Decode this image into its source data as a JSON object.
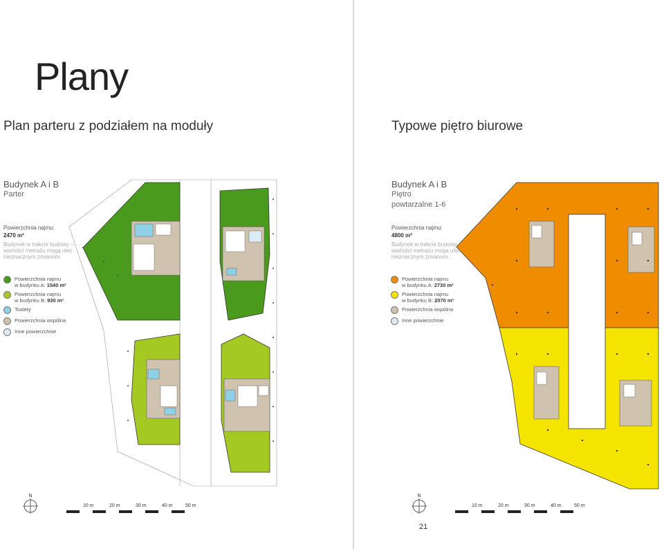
{
  "left": {
    "title": "Plany",
    "section_title": "Plan parteru z podziałem na moduły",
    "building": "Budynek A i B",
    "building_sub": "Parter",
    "area_label": "Powierzchnia najmu:",
    "area_value": "2470 m²",
    "note": "Budynek w trakcie budowy – wartości metrażu mogą ulec nieznacznym zmianom.",
    "legend": [
      {
        "line1": "Powierzchnia najmu",
        "line2": "w budynku A:",
        "value": "1540 m²",
        "color": "#4a9a1e"
      },
      {
        "line1": "Powierzchnia najmu",
        "line2": "w budynku B:",
        "value": "930 m²",
        "color": "#a3c922"
      },
      {
        "line1": "Toalety",
        "color": "#8fd0e6"
      },
      {
        "line1": "Powierzchnia wspólna",
        "color": "#cfc2ae"
      },
      {
        "line1": "Inne powierzchnie",
        "color": "#dcecf5"
      }
    ],
    "north": "N",
    "scale": [
      "10 m",
      "20 m",
      "30 m",
      "40 m",
      "50 m"
    ]
  },
  "right": {
    "section_title": "Typowe piętro biurowe",
    "building": "Budynek A i B",
    "building_sub1": "Piętro",
    "building_sub2": "powtarzalne 1-6",
    "area_label": "Powierzchnia najmu:",
    "area_value": "4800 m²",
    "note": "Budynek w trakcie budowy – wartości metrażu mogą ulec nieznacznym zmianom.",
    "legend": [
      {
        "line1": "Powierzchnia najmu",
        "line2": "w budynku A:",
        "value": "2730 m²",
        "color": "#ef8c00"
      },
      {
        "line1": "Powierzchnia najmu",
        "line2": "w budynku B:",
        "value": "2070 m²",
        "color": "#f5e400"
      },
      {
        "line1": "Powierzchnia wspólna",
        "color": "#cfc2ae"
      },
      {
        "line1": "Inne powierzchnie",
        "color": "#dcecf5"
      }
    ],
    "north": "N",
    "scale": [
      "10 m",
      "20 m",
      "30 m",
      "40 m",
      "50 m"
    ],
    "page_number": "21"
  }
}
